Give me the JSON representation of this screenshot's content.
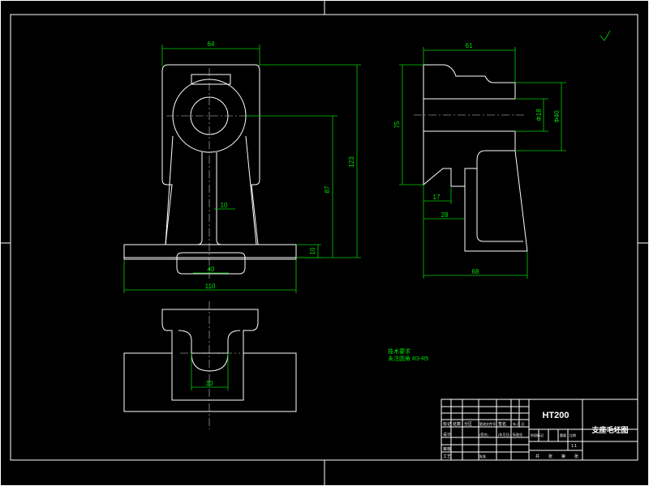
{
  "dimensions": {
    "front_width_top": "64",
    "front_hole_offset": "10",
    "front_base_width": "110",
    "front_slot_width": "40",
    "front_base_thickness": "10",
    "front_height_center": "87",
    "front_total_height": "123",
    "side_width_top": "61",
    "side_height": "75",
    "side_bore": "Φ18",
    "side_outer": "Φ40",
    "side_17": "17",
    "side_28": "28",
    "side_base": "68",
    "top_slot": "30"
  },
  "notes": {
    "line1": "技术要求",
    "line2": "未注圆角 R3-R5"
  },
  "title_block": {
    "material": "HT200",
    "drawing_name": "支座毛坯图",
    "row_labels": [
      "标记",
      "设计",
      "审核",
      "工艺"
    ],
    "row_labels_2": [
      "处数",
      "分区",
      "更改文件号",
      "签名",
      "年.月.日"
    ],
    "stage_labels": [
      "阶段标记",
      "重量",
      "比例"
    ],
    "scale": "1:1",
    "sheet_labels": [
      "共",
      "张",
      "第",
      "张"
    ],
    "misc_1": "(签名)",
    "misc_2": "(年月日)",
    "misc_3": "标准化",
    "misc_4": "批准"
  }
}
